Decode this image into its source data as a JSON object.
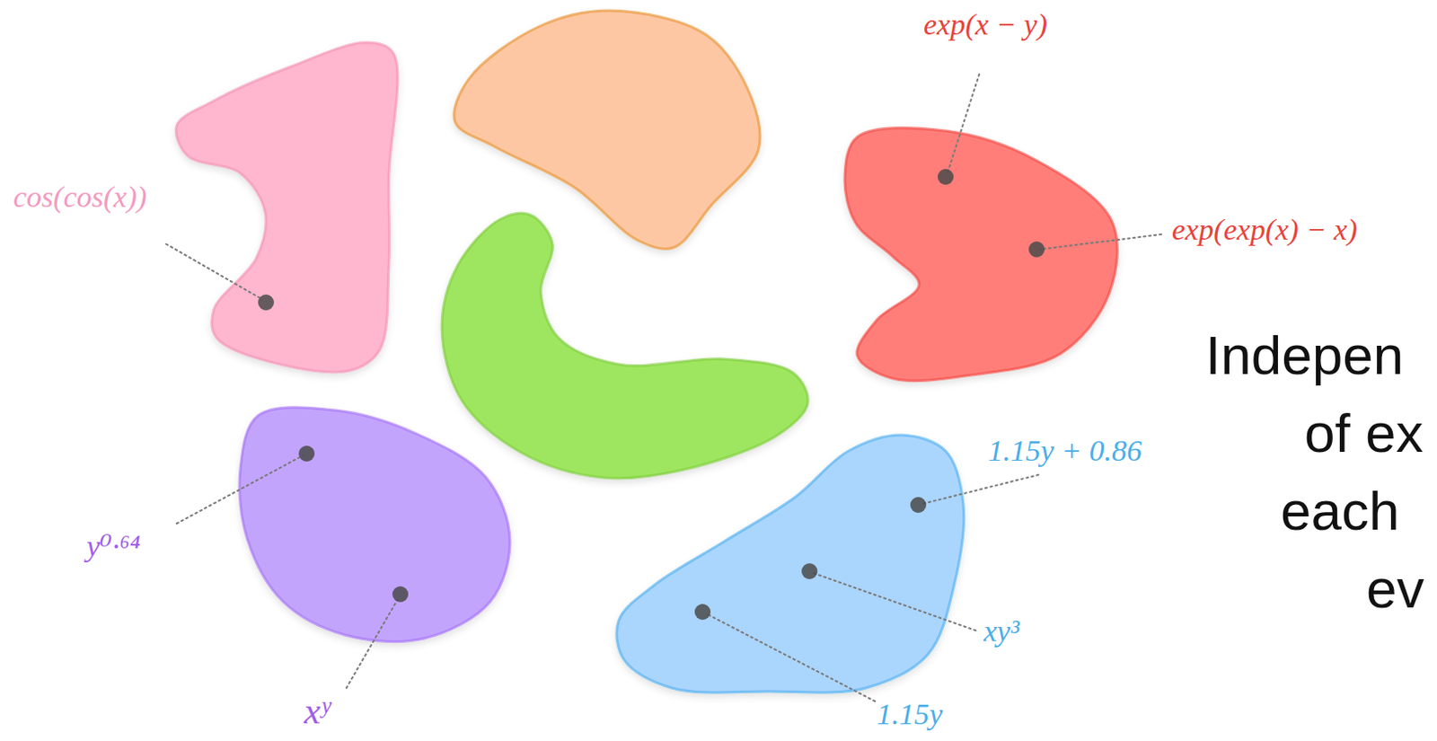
{
  "diagram": {
    "labels": [
      "cos(cos(x))",
      "exp(x − y)",
      "exp(exp(x) − x)",
      "y⁰·⁶⁴",
      "xʸ",
      "1.15y + 0.86",
      "xy³",
      "1.15y",
      "Indepen",
      "of ex",
      "each",
      "ev"
    ]
  }
}
